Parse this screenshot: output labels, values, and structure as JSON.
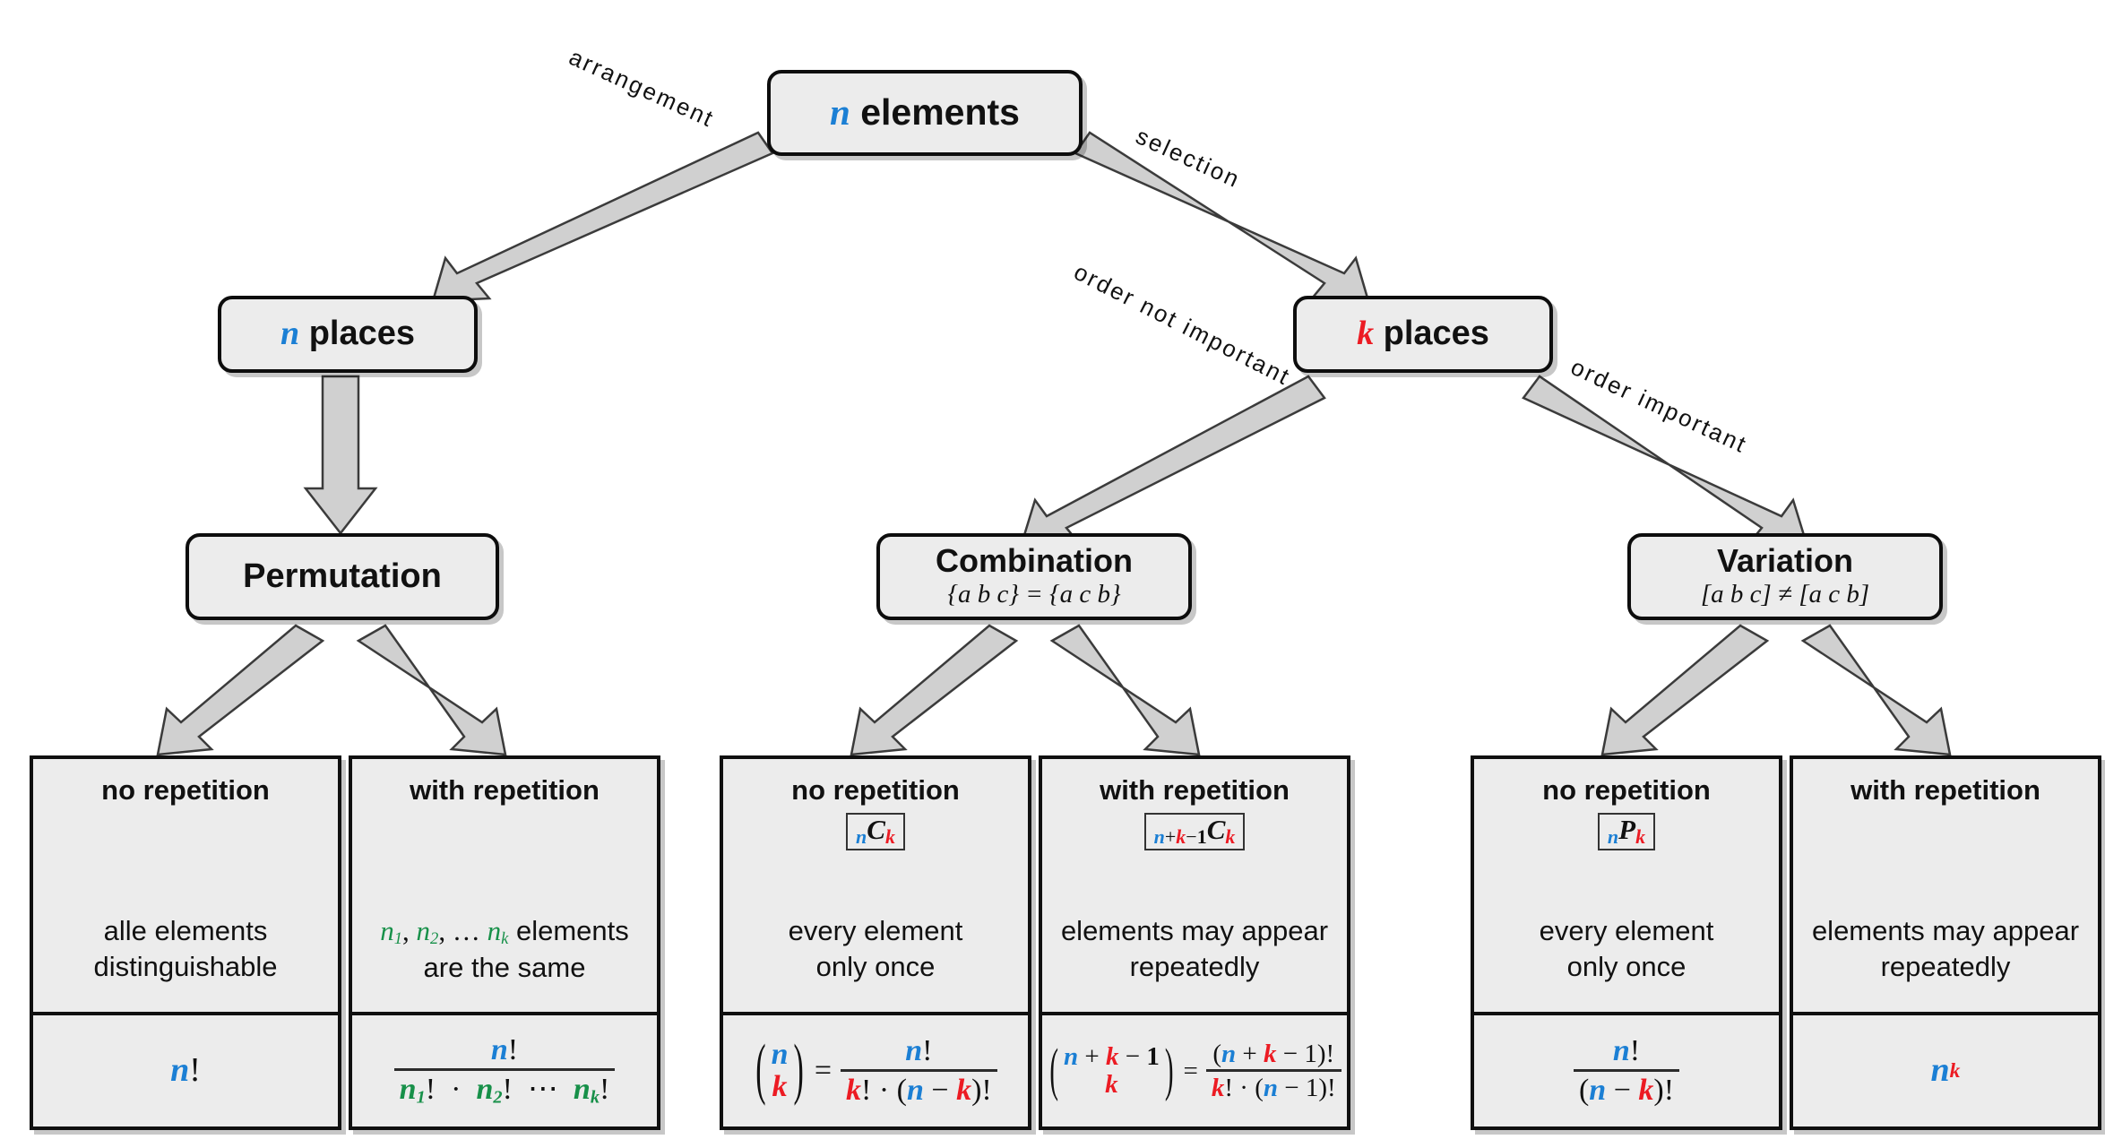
{
  "diagram": {
    "title": "Combinatorics decision tree",
    "colors": {
      "blue": "#1b7fd4",
      "red": "#ec1b23",
      "green": "#179049",
      "node_fill": "#ececec",
      "stroke": "#101010",
      "arrow_fill": "#d0d0d0"
    }
  },
  "nodes": {
    "root": {
      "symbol": "n",
      "label": "elements"
    },
    "n_places": {
      "symbol": "n",
      "label": "places"
    },
    "k_places": {
      "symbol": "k",
      "label": "places"
    },
    "permutation": {
      "title": "Permutation",
      "sub": ""
    },
    "combination": {
      "title": "Combination",
      "sub": "{a b c} = {a c b}"
    },
    "variation": {
      "title": "Variation",
      "sub": "[a b c] ≠ [a c b]"
    }
  },
  "edges": {
    "arrangement": "arrangement",
    "selection": "selection",
    "order_not_important": "order not important",
    "order_important": "order important"
  },
  "leaves": [
    {
      "id": "perm-no-rep",
      "header": "no repetition",
      "symbol": null,
      "desc_lines": [
        "alle elements",
        "distinguishable"
      ],
      "formula": "n!"
    },
    {
      "id": "perm-with-rep",
      "header": "with repetition",
      "symbol": null,
      "desc_lines": [
        "n₁, n₂, ... nₖ elements",
        "are the same"
      ],
      "formula": "n! / (n₁! · n₂! ⋯ nₖ!)"
    },
    {
      "id": "comb-no-rep",
      "header": "no repetition",
      "symbol": "nCk",
      "desc_lines": [
        "every element",
        "only once"
      ],
      "formula": "(n over k) = n! / (k! · (n − k)!)"
    },
    {
      "id": "comb-with-rep",
      "header": "with repetition",
      "symbol": "n+k−1Ck",
      "desc_lines": [
        "elements may appear",
        "repeatedly"
      ],
      "formula": "(n+k−1 over k) = (n+k−1)! / (k! · (n−1)!)"
    },
    {
      "id": "var-no-rep",
      "header": "no repetition",
      "symbol": "nPk",
      "desc_lines": [
        "every element",
        "only once"
      ],
      "formula": "n! / (n − k)!"
    },
    {
      "id": "var-with-rep",
      "header": "with repetition",
      "symbol": null,
      "desc_lines": [
        "elements may appear",
        "repeatedly"
      ],
      "formula": "n^k"
    }
  ],
  "symbols": {
    "n": "n",
    "k": "k",
    "C": "C",
    "P": "P",
    "factorial": "!",
    "plus": "+",
    "minus": "−",
    "one": "1",
    "dot": "·",
    "equals": "=",
    "ellipsis": "⋯"
  }
}
